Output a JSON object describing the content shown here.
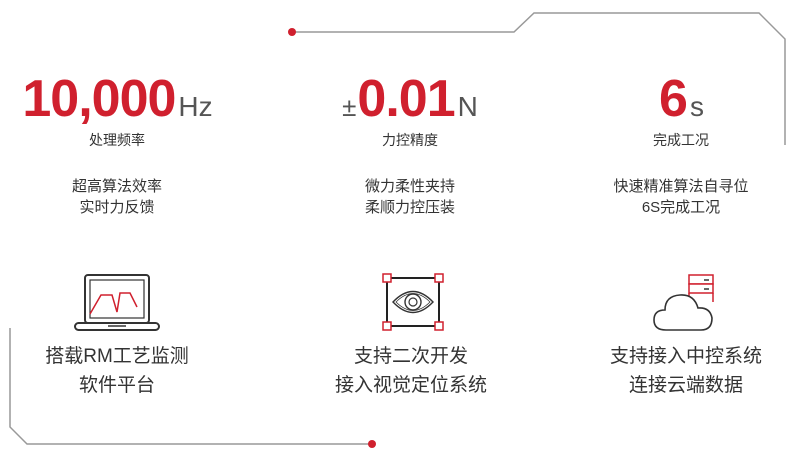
{
  "colors": {
    "accent": "#d0202e",
    "text": "#333333",
    "unit": "#555555",
    "frame_line": "#999999"
  },
  "stats": [
    {
      "prefix": "",
      "value": "10,000",
      "unit": "Hz",
      "label": "处理频率",
      "desc": [
        "超高算法效率",
        "实时力反馈"
      ]
    },
    {
      "prefix": "±",
      "value": "0.01",
      "unit": "N",
      "label": "力控精度",
      "desc": [
        "微力柔性夹持",
        "柔顺力控压装"
      ]
    },
    {
      "prefix": "",
      "value": "6",
      "unit": "s",
      "label": "完成工况",
      "desc": [
        "快速精准算法自寻位",
        "6S完成工况"
      ]
    }
  ],
  "features": [
    {
      "icon": "laptop-chart-icon",
      "title": [
        "搭载RM工艺监测",
        "软件平台"
      ]
    },
    {
      "icon": "eye-focus-icon",
      "title": [
        "支持二次开发",
        "接入视觉定位系统"
      ]
    },
    {
      "icon": "cloud-server-icon",
      "title": [
        "支持接入中控系统",
        "连接云端数据"
      ]
    }
  ]
}
